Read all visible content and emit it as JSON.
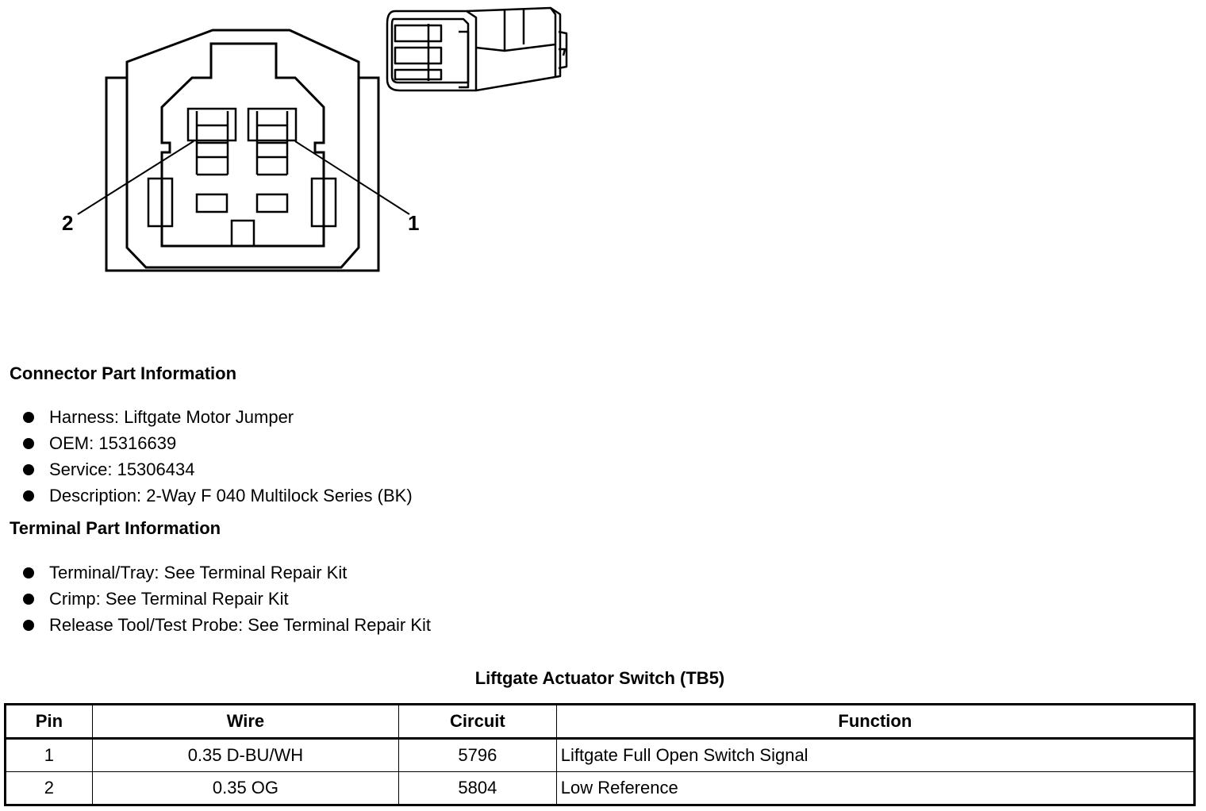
{
  "diagram": {
    "callouts": [
      "1",
      "2"
    ]
  },
  "connector_info": {
    "title": "Connector Part Information",
    "items": [
      "Harness: Liftgate Motor Jumper",
      "OEM: 15316639",
      "Service: 15306434",
      "Description: 2-Way F 040 Multilock Series (BK)"
    ]
  },
  "terminal_info": {
    "title": "Terminal Part Information",
    "items": [
      "Terminal/Tray: See Terminal Repair Kit",
      "Crimp: See Terminal Repair Kit",
      "Release Tool/Test Probe: See Terminal Repair Kit"
    ]
  },
  "pin_table": {
    "title": "Liftgate Actuator Switch (TB5)",
    "headers": [
      "Pin",
      "Wire",
      "Circuit",
      "Function"
    ],
    "rows": [
      [
        "1",
        "0.35 D-BU/WH",
        "5796",
        "Liftgate Full Open Switch Signal"
      ],
      [
        "2",
        "0.35 OG",
        "5804",
        "Low Reference"
      ]
    ]
  }
}
